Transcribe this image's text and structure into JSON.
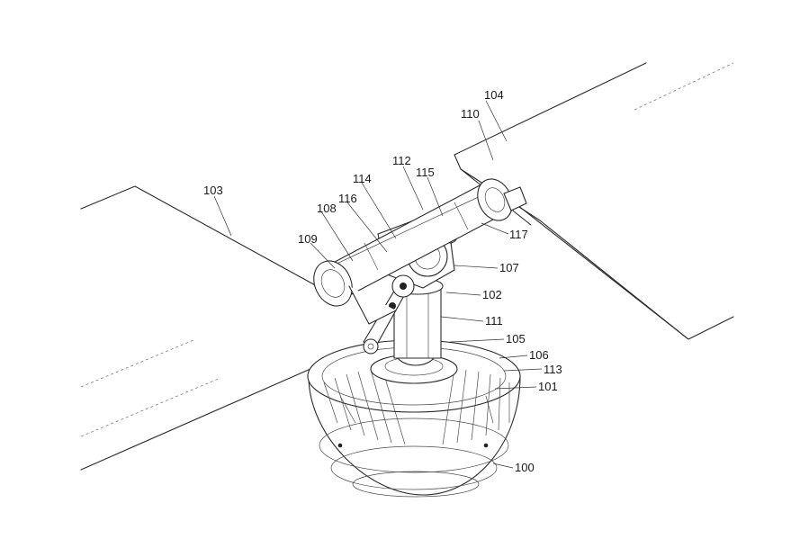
{
  "figure": {
    "labels": [
      {
        "id": "100",
        "text": "100"
      },
      {
        "id": "101",
        "text": "101"
      },
      {
        "id": "102",
        "text": "102"
      },
      {
        "id": "103",
        "text": "103"
      },
      {
        "id": "104",
        "text": "104"
      },
      {
        "id": "105",
        "text": "105"
      },
      {
        "id": "106",
        "text": "106"
      },
      {
        "id": "107",
        "text": "107"
      },
      {
        "id": "108",
        "text": "108"
      },
      {
        "id": "109",
        "text": "109"
      },
      {
        "id": "110",
        "text": "110"
      },
      {
        "id": "111",
        "text": "111"
      },
      {
        "id": "112",
        "text": "112"
      },
      {
        "id": "113",
        "text": "113"
      },
      {
        "id": "114",
        "text": "114"
      },
      {
        "id": "115",
        "text": "115"
      },
      {
        "id": "116",
        "text": "116"
      },
      {
        "id": "117",
        "text": "117"
      }
    ]
  }
}
